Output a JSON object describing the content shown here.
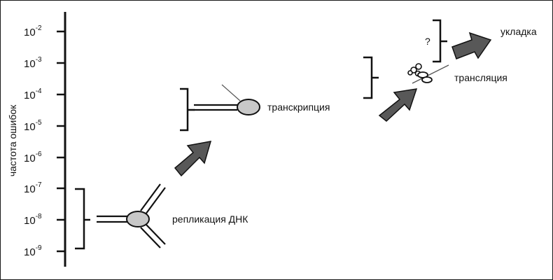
{
  "axis": {
    "title": "частота ошибок",
    "ticks": [
      {
        "base": "10",
        "exp": "-2"
      },
      {
        "base": "10",
        "exp": "-3"
      },
      {
        "base": "10",
        "exp": "-4"
      },
      {
        "base": "10",
        "exp": "-5"
      },
      {
        "base": "10",
        "exp": "-6"
      },
      {
        "base": "10",
        "exp": "-7"
      },
      {
        "base": "10",
        "exp": "-8"
      },
      {
        "base": "10",
        "exp": "-9"
      }
    ]
  },
  "processes": {
    "replication": "репликация ДНК",
    "transcription": "транскрипция",
    "translation": "трансляция",
    "folding": "укладка",
    "folding_question": "?"
  },
  "colors": {
    "arrow_fill": "#585858",
    "ellipse_fill": "#c8c8c8",
    "line": "#111111"
  }
}
